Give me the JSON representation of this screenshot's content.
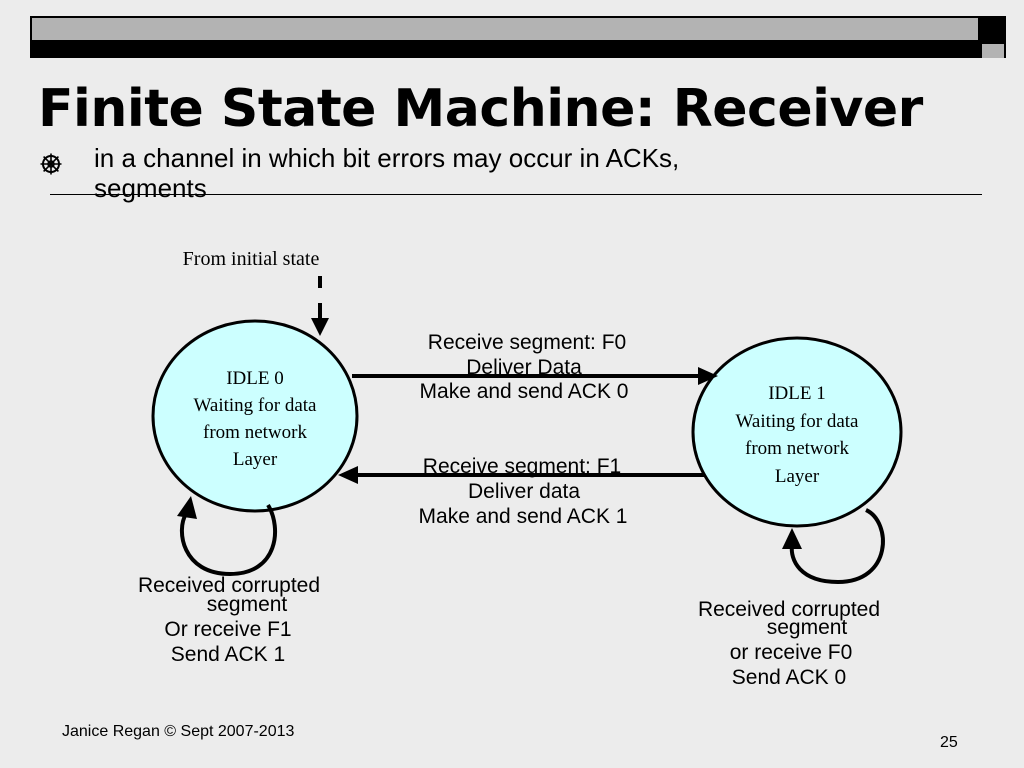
{
  "slide": {
    "title": "Finite State Machine: Receiver",
    "bullet_line1": "in a channel in which bit errors may occur in ACKs,",
    "bullet_line2": "segments"
  },
  "diagram": {
    "initial_label": "From initial state",
    "idle0": [
      "IDLE 0",
      "Waiting for data",
      "from network",
      "Layer"
    ],
    "idle1": [
      "IDLE 1",
      "Waiting for data",
      "from network",
      "Layer"
    ],
    "top_transition": [
      "Receive segment: F0",
      "Deliver Data",
      "Make and send ACK 0"
    ],
    "bottom_transition": [
      "Receive segment: F1",
      "Deliver data",
      "Make and send ACK 1"
    ],
    "left_loop": [
      "Received corrupted",
      "segment",
      "Or receive F1",
      "Send ACK 1"
    ],
    "right_loop": [
      "Received corrupted",
      "segment",
      "or receive F0",
      "Send ACK 0"
    ],
    "state_fill": "#ccffff"
  },
  "footer": {
    "author": "Janice Regan © Sept 2007-2013",
    "page_number": "25"
  }
}
